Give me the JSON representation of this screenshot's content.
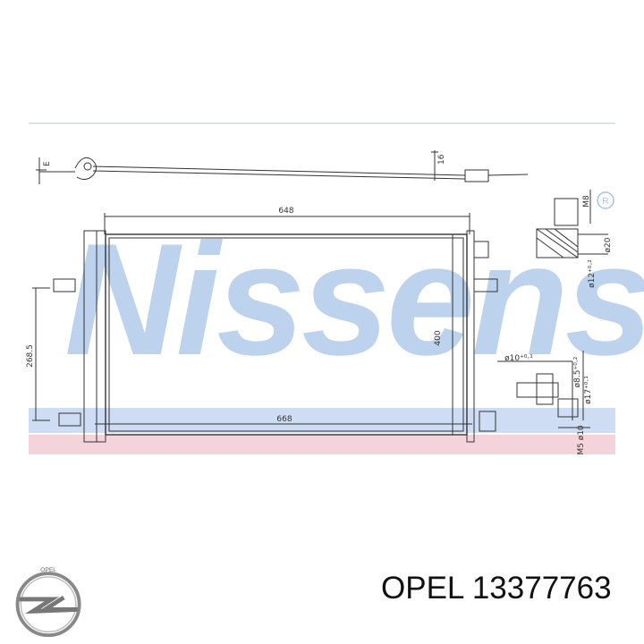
{
  "watermark": {
    "text": "Nissens",
    "registered": "R"
  },
  "dimensions": {
    "top_width": "648",
    "bottom_width": "668",
    "height": "400",
    "side": "268.5",
    "pipe": "16",
    "clip": "E",
    "thread_m8": "M8",
    "d20": "ø20",
    "d12": "ø12⁺⁰·²",
    "d10": "ø10⁺⁰·¹",
    "d8": "ø8.5⁺⁰·²",
    "d17": "ø17⁺⁰·¹",
    "thread_m5": "M5 ø10"
  },
  "caption": {
    "brand": "OPEL",
    "number": "13377763"
  },
  "colors": {
    "band_blue": "#b9cfee",
    "band_pink": "#f3c8d2",
    "watermark": "#a8c4e6"
  },
  "logo": {
    "text": "OPEL",
    "icon": "opel-blitz-icon"
  }
}
